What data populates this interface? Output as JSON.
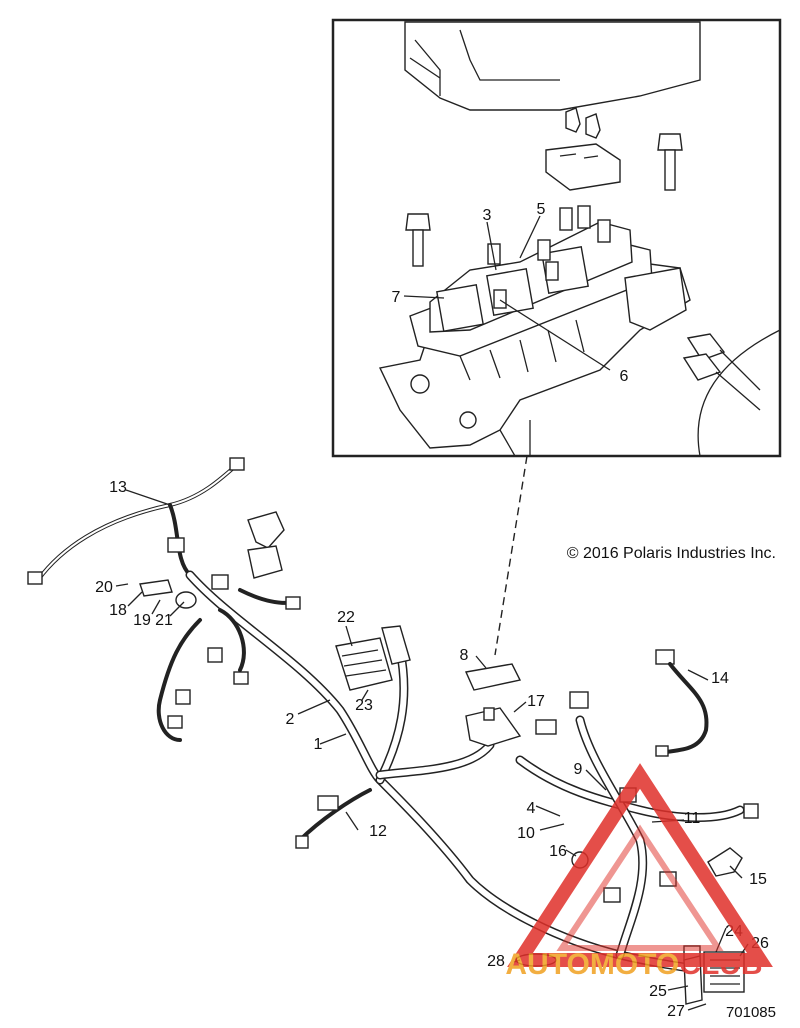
{
  "diagram": {
    "copyright": "© 2016 Polaris Industries Inc.",
    "drawing_number": "701085",
    "watermark": {
      "text": "AUTOMOTOCLUB",
      "colors": {
        "triangle": "#e0302a",
        "text_orange": "#f0a020",
        "text_red": "#e0302a"
      }
    },
    "callouts": {
      "c1": "1",
      "c2": "2",
      "c3": "3",
      "c4": "4",
      "c5": "5",
      "c6": "6",
      "c7": "7",
      "c8": "8",
      "c9": "9",
      "c10": "10",
      "c11": "11",
      "c12": "12",
      "c13": "13",
      "c14": "14",
      "c15": "15",
      "c16": "16",
      "c17": "17",
      "c18": "18",
      "c19": "19",
      "c20": "20",
      "c21": "21",
      "c22": "22",
      "c23": "23",
      "c24": "24",
      "c25": "25",
      "c26": "26",
      "c27": "27",
      "c28": "28"
    }
  }
}
